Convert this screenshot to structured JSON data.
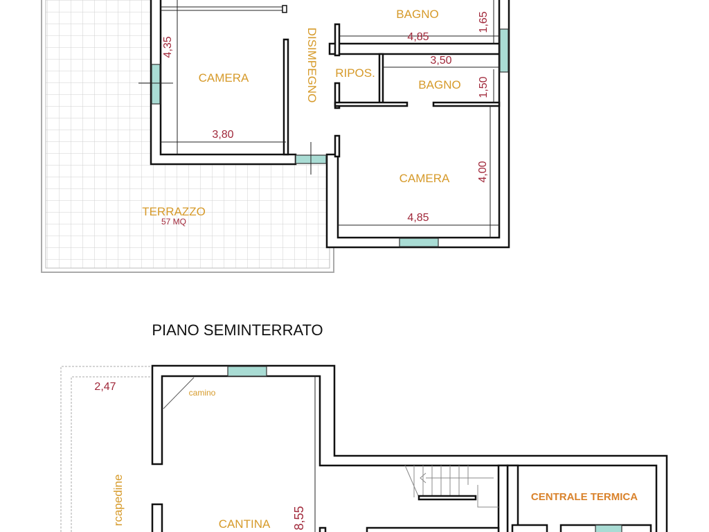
{
  "upper_floor": {
    "rooms": {
      "bagno_top": "BAGNO",
      "disimpegno": "DISIMPEGNO",
      "ripostiglio": "RIPOS.",
      "bagno_small": "BAGNO",
      "camera_left": "CAMERA",
      "camera_right": "CAMERA",
      "terrazzo": "TERRAZZO",
      "terrazzo_area": "57 MQ"
    },
    "dimensions": {
      "bagno_top_width": "4,85",
      "bagno_top_height": "1,65",
      "bagno_small_width": "3,50",
      "bagno_small_height": "1,50",
      "camera_left_height": "4,35",
      "camera_left_width": "3,80",
      "camera_right_height": "4,00",
      "camera_right_width": "4,85"
    }
  },
  "lower_floor": {
    "title": "PIANO SEMINTERRATO",
    "rooms": {
      "intercapedine": "rcapedine",
      "cantina": "CANTINA",
      "centrale_termica": "CENTRALE TERMICA",
      "camino": "camino"
    },
    "dimensions": {
      "intercapedine_width": "2,47",
      "cantina_length": "8,55"
    }
  },
  "colors": {
    "room_label": "#d69a2a",
    "dimension": "#a0283a",
    "window": "#a9dcd4",
    "wall": "#111111"
  }
}
